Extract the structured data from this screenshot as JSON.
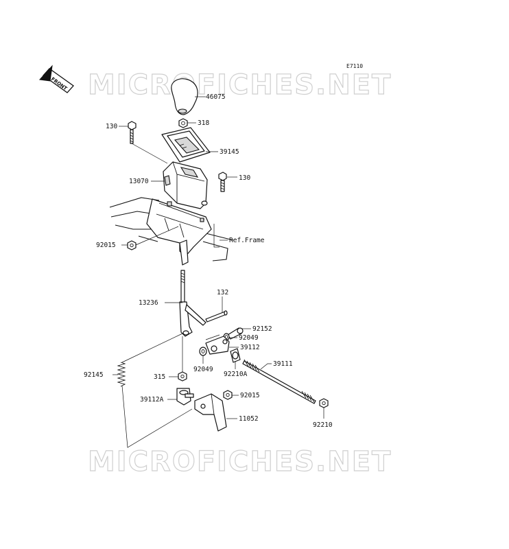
{
  "diagram_code": "E7110",
  "watermark_text": "MICROFICHES.NET",
  "front_arrow_label": "FRONT",
  "ref_frame_label": "Ref.Frame",
  "part_labels": {
    "p46075": "46075",
    "p318": "318",
    "p130_left": "130",
    "p39145": "39145",
    "p13070": "13070",
    "p130_right": "130",
    "p92015_top": "92015",
    "p132": "132",
    "p13236": "13236",
    "p92152": "92152",
    "p92049_right": "92049",
    "p39112": "39112",
    "p39111": "39111",
    "p92145": "92145",
    "p92049_left": "92049",
    "p92210A": "92210A",
    "p315": "315",
    "p39112A": "39112A",
    "p92015_bottom": "92015",
    "p11052": "11052",
    "p92210": "92210"
  }
}
